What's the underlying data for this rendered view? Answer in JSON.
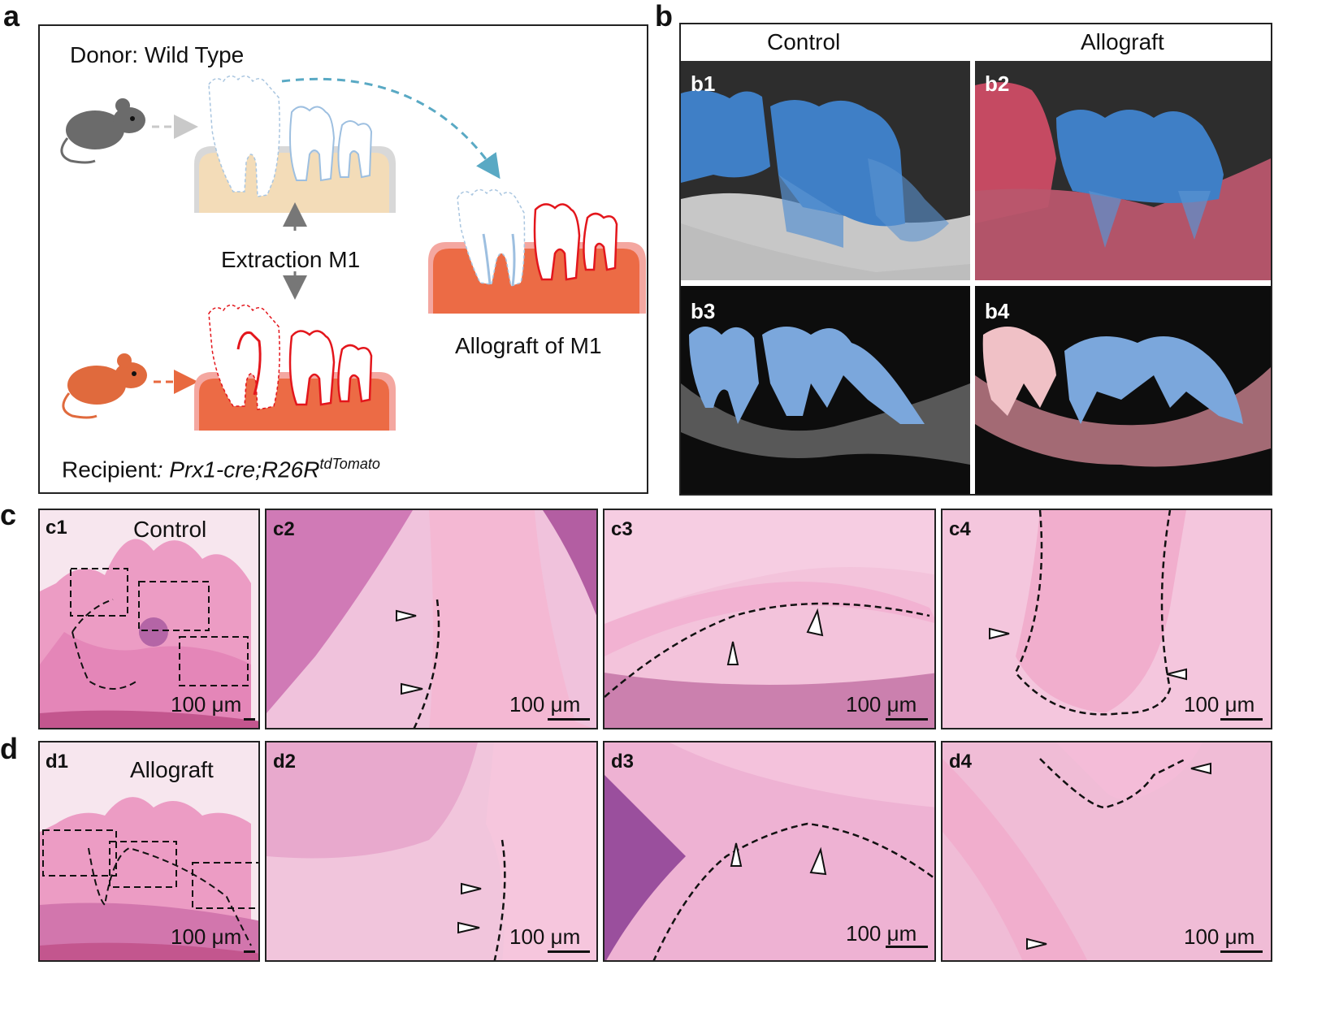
{
  "panels": {
    "a": {
      "letter": "a",
      "donor_label": "Donor: Wild Type",
      "extraction_label": "Extraction M1",
      "allograft_label": "Allograft of M1",
      "recipient_prefix": "Recipient",
      "recipient_genotype": ": Prx1-cre;R26R",
      "recipient_superscript": "tdTomato"
    },
    "b": {
      "letter": "b",
      "col_control": "Control",
      "col_allograft": "Allograft",
      "sub": [
        "b1",
        "b2",
        "b3",
        "b4"
      ]
    },
    "c": {
      "letter": "c",
      "sub": [
        "c1",
        "c2",
        "c3",
        "c4"
      ],
      "c1_title": "Control",
      "scale": "100 μm"
    },
    "d": {
      "letter": "d",
      "sub": [
        "d1",
        "d2",
        "d3",
        "d4"
      ],
      "d1_title": "Allograft",
      "scale": "100 μm"
    }
  },
  "colors": {
    "gum_wild": "#f3dcb8",
    "gum_recipient": "#ec6b45",
    "recipient_red": "#e3161c",
    "donor_blue": "#9dbfe0",
    "arrow_blue": "#59a9c4",
    "arrow_orange": "#e8693f",
    "mouse_gray": "#6b6b6b",
    "mouse_orange": "#e06a3d",
    "ct_blue": "#3f7fc6",
    "ct_red": "#c54a62",
    "he_pink": "#f2b6cf",
    "he_purple": "#8d4a9c"
  },
  "icons": [
    "mouse-icon",
    "tooth-icon",
    "arrow-icon"
  ]
}
